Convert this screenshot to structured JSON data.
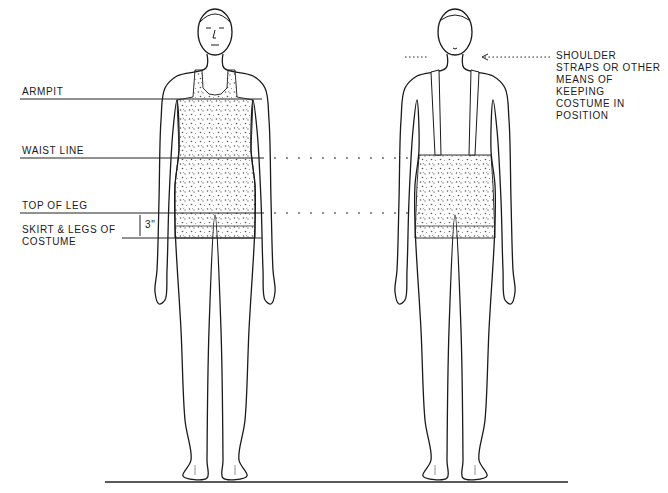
{
  "diagram": {
    "labels": [
      "ARMPIT",
      "WAIST LINE",
      "TOP OF LEG",
      "3\"",
      "SKIRT & LEGS OF COSTUME",
      "SHOULDER STRAPS OR OTHER MEANS OF KEEPING COSTUME IN POSITION"
    ]
  }
}
